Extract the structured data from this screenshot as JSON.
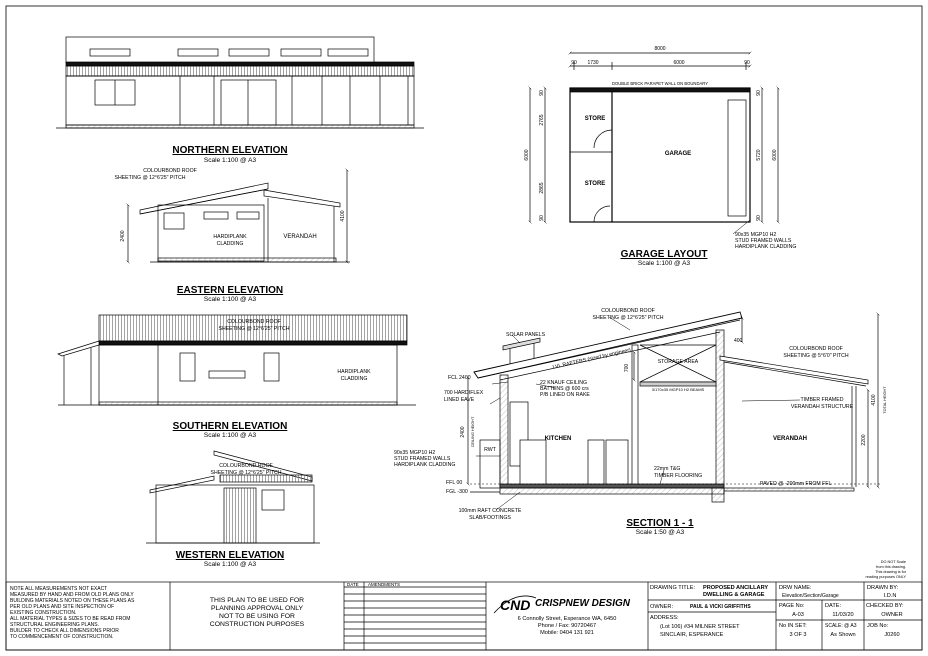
{
  "drawings": {
    "northern": {
      "title": "NORTHERN ELEVATION",
      "scale": "Scale 1:100 @ A3"
    },
    "eastern": {
      "title": "EASTERN ELEVATION",
      "scale": "Scale 1:100 @ A3",
      "roof_note_1": "COLOURBOND ROOF",
      "roof_note_2": "SHEETING @ 12°6'25\" PITCH",
      "cladding_1": "HARDIPLANK",
      "cladding_2": "CLADDING",
      "verandah": "VERANDAH",
      "dim_2400": "2400",
      "dim_4100": "4100"
    },
    "southern": {
      "title": "SOUTHERN ELEVATION",
      "scale": "Scale 1:100 @ A3",
      "roof_note_1": "COLOURBOND ROOF",
      "roof_note_2": "SHEETING @ 12°6'25\" PITCH",
      "cladding_1": "HARDIPLANK",
      "cladding_2": "CLADDING"
    },
    "western": {
      "title": "WESTERN ELEVATION",
      "scale": "Scale 1:100 @ A3",
      "roof_note_1": "COLOURBOND ROOF",
      "roof_note_2": "SHEETING @ 12°6'25\" PITCH"
    },
    "garage": {
      "title": "GARAGE LAYOUT",
      "scale": "Scale 1:100 @ A3",
      "overall": "8000",
      "d90a": "90",
      "d1730": "1730",
      "d6000": "6000",
      "d90b": "90",
      "parapet": "DOUBLE BRICK PARAPET WALL ON BOUNDARY",
      "store_1": "STORE",
      "store_2": "STORE",
      "garage": "GARAGE",
      "v90_top": "90",
      "v2765": "2765",
      "v2865": "2865",
      "v90_bot": "90",
      "v6000_l": "6000",
      "r90_top": "90",
      "r5720": "5720",
      "r90_bot": "90",
      "r6000": "6000",
      "note_1": "90x35 MGP10 H2",
      "note_2": "STUD FRAMED WALLS",
      "note_3": "HARDIPLANK CLADDING"
    },
    "section": {
      "title": "SECTION 1 - 1",
      "scale": "Scale 1:50 @ A3",
      "roof_1": "COLOURBOND ROOF",
      "roof_2": "SHEETING @ 12°6'25\" PITCH",
      "solar": "SOLAR PANELS",
      "lvl": "LVL RAFTERS (sized by engineer)",
      "d400": "400",
      "ver_roof_1": "COLOURBOND ROOF",
      "ver_roof_2": "SHEETING @ 5°6'0\" PITCH",
      "fcl": "FCL 2400",
      "eave_1": "700 HARDIFLEX",
      "eave_2": "LINED EAVE",
      "ceil_1": "22 KNAUF CEILING",
      "ceil_2": "BATTENS @ 600 crs",
      "ceil_3": "P/B LINED ON RAKE",
      "storage": "STORAGE AREA",
      "d700": "700",
      "beams": "3/170x35 MGP10 H2 BEAMS",
      "timber_1": "TIMBER FRAMED",
      "timber_2": "VERANDAH STRUCTURE",
      "kitchen": "KITCHEN",
      "verandah": "VERANDAH",
      "rwt": "RWT",
      "d2400": "2400",
      "ceiling_ht": "CEILING HEIGHT",
      "d2200": "2200",
      "d4100": "4100",
      "total_ht": "TOTAL HEIGHT",
      "stud_1": "90x35 MGP10 H2",
      "stud_2": "STUD FRAMED WALLS",
      "stud_3": "HARDIPLANK CLADDING",
      "ffl": "FFL 00",
      "fgl": "FGL -300",
      "floor_1": "22mm T&G",
      "floor_2": "TIMBER FLOORING",
      "paved": "PAVED @ -200mm FROM FFL",
      "raft_1": "100mm RAFT CONCRETE",
      "raft_2": "SLAB/FOOTINGS"
    }
  },
  "do_not_scale": [
    "DO NOT Scale",
    "from this drawing.",
    "This drawing is for",
    "reading purposes ONLY"
  ],
  "title_block": {
    "notes": [
      "NOTE ALL MEASUREMENTS NOT EXACT",
      "MEASURED BY HAND AND FROM OLD PLANS ONLY",
      "BUILDING MATERIALS NOTED ON THESE PLANS AS",
      "PER OLD PLANS AND SITE INSPECTION OF",
      "EXISTING CONSTRUCTION.",
      "ALL MATERIAL TYPES & SIZES TO BE READ FROM",
      "STRUCTURAL ENGINEERING PLANS.",
      "BUILDER TO CHECK ALL DIMENSIONS PRIOR",
      "TO COMMENCEMENT OF CONSTRUCTION."
    ],
    "planning": [
      "THIS PLAN TO BE USED FOR",
      "PLANNING APPROVAL ONLY",
      "NOT TO BE USING FOR",
      "CONSTRUCTION PURPOSES"
    ],
    "date_hdr": "DATE",
    "amend_hdr": "AMENDMENTS",
    "logo_text": "CND",
    "company": "CRISPNEW DESIGN",
    "address": "6 Connolly Street, Esperance WA, 6450",
    "phone": "Phone / Fax: 90720467",
    "mobile": "Mobile: 0404 131 921",
    "drawing_title_lbl": "DRAWING TITLE:",
    "drawing_title_1": "PROPOSED ANCILLARY",
    "drawing_title_2": "DWELLING & GARAGE",
    "owner_lbl": "OWNER:",
    "owner": "PAUL & VICKI GRIFFITHS",
    "address_lbl": "ADDRESS:",
    "site_1": "(Lot 106) #34 MILNER STREET",
    "site_2": "SINCLAIR, ESPERANCE",
    "drw_name_lbl": "DRW NAME:",
    "drw_name": "Elevation/Section/Garage",
    "drawn_by_lbl": "DRAWN BY:",
    "drawn_by": "I.D.N",
    "page_no_lbl": "PAGE No:",
    "page_no": "A-03",
    "date_lbl": "DATE:",
    "date": "11/03/20",
    "checked_lbl": "CHECKED BY:",
    "checked": "OWNER",
    "no_in_set_lbl": "No IN SET:",
    "no_in_set": "3 OF 3",
    "scale_lbl": "SCALE: @ A3",
    "scale": "As Shown",
    "job_lbl": "JOB No:",
    "job": "J0260"
  }
}
